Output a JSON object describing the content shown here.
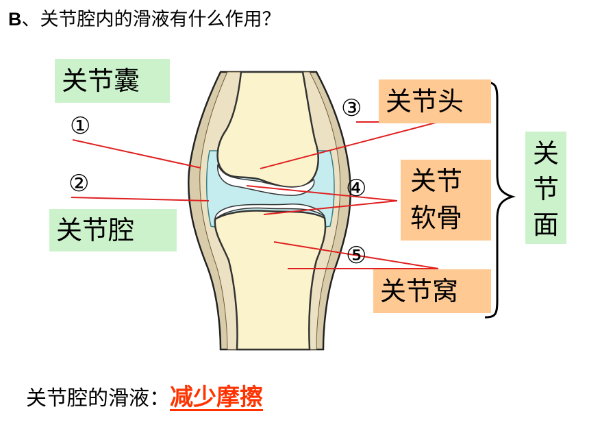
{
  "question": {
    "prefix": "B",
    "text": "、关节腔内的滑液有什么作用？"
  },
  "labels": {
    "capsule": "关节囊",
    "cavity": "关节腔",
    "head": "关节头",
    "cartilage_line1": "关节",
    "cartilage_line2": "软骨",
    "socket": "关节窝",
    "surface_chars": [
      "关",
      "节",
      "面"
    ]
  },
  "markers": [
    "①",
    "②",
    "③",
    "④",
    "⑤"
  ],
  "answer": {
    "prompt": "关节腔的滑液：",
    "value": "减少摩擦"
  },
  "colors": {
    "green_label": "#ccf2cc",
    "orange_label": "#ffc994",
    "answer": "#ff3300",
    "bone": "#fbf3cc",
    "synovial": "#c5ecef",
    "capsule": "#d9ccab"
  }
}
